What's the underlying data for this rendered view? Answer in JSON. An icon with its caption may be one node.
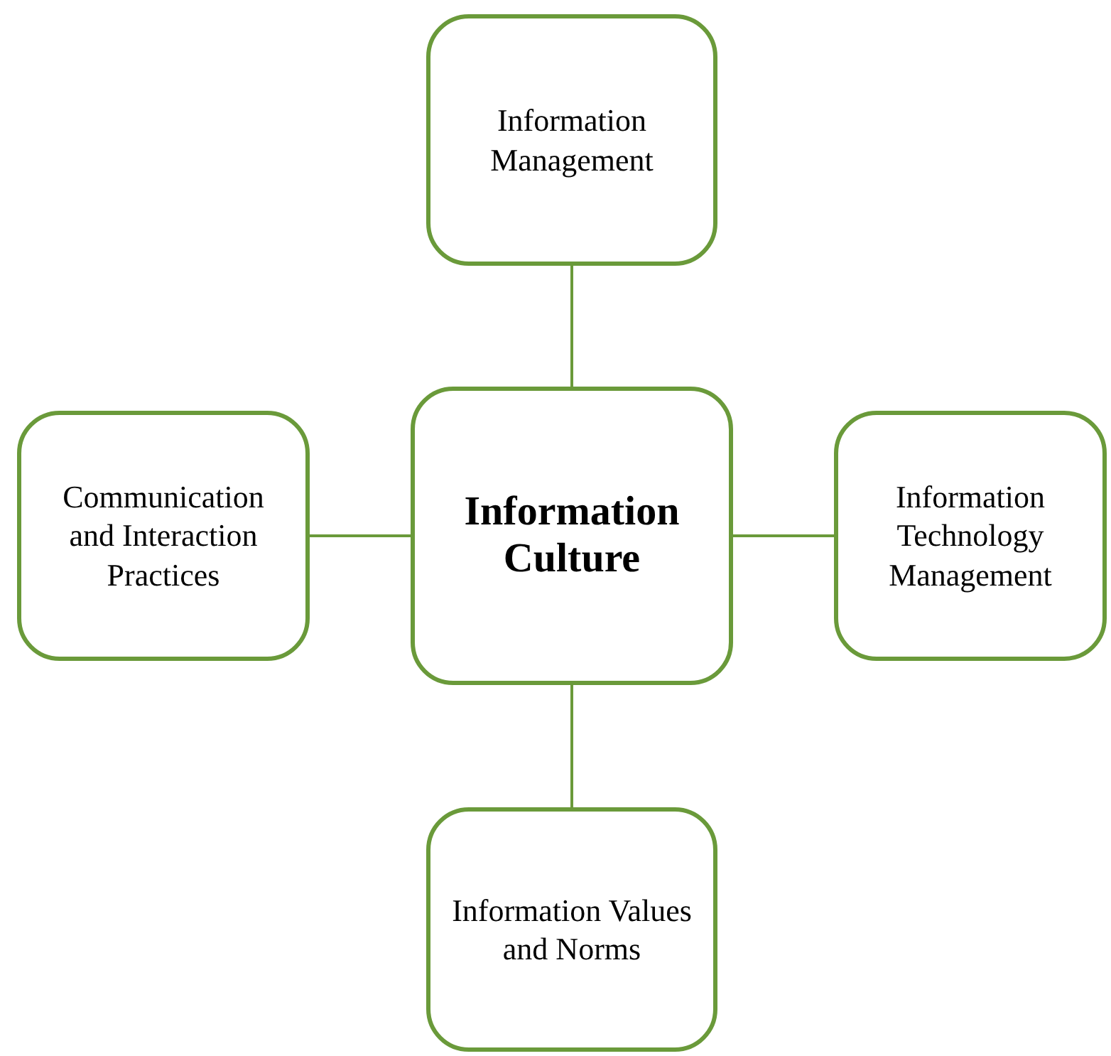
{
  "diagram": {
    "nodes": [
      {
        "text": [
          "Information Management"
        ]
      },
      {
        "text": [
          "Communication and Interaction Practices"
        ]
      },
      {
        "text": [
          "Information Culture"
        ]
      },
      {
        "text": [
          "Information Technology Management"
        ]
      },
      {
        "text": [
          "Information Values and Norms"
        ]
      }
    ],
    "edges": [
      {
        "from": 2,
        "to": 0,
        "arrow": "none"
      },
      {
        "from": 2,
        "to": 1,
        "arrow": "none"
      },
      {
        "from": 2,
        "to": 3,
        "arrow": "none"
      },
      {
        "from": 2,
        "to": 4,
        "arrow": "none"
      }
    ]
  }
}
